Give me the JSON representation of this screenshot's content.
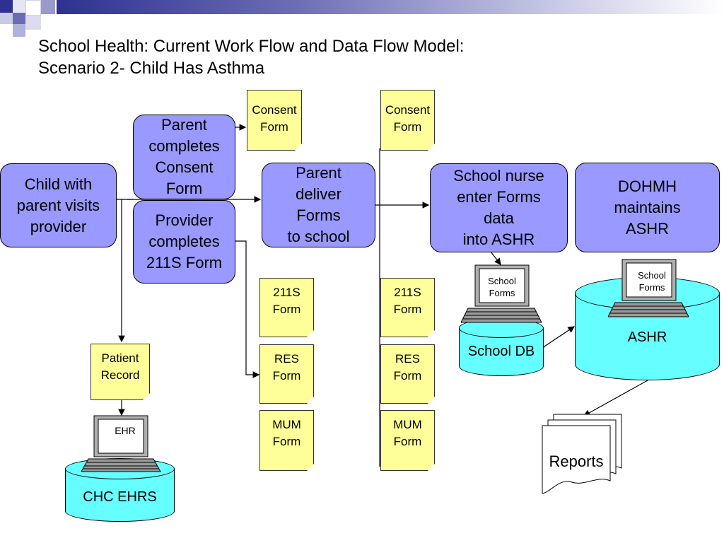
{
  "slide": {
    "title_line1": "School Health: Current Work Flow and Data Flow Model:",
    "title_line2": "Scenario 2- Child Has Asthma"
  },
  "colors": {
    "process_fill": "#9999ff",
    "note_fill": "#ffff99",
    "database_fill": "#66ffff",
    "header_bar": "#2e3192"
  },
  "processes": {
    "child_visits": "Child with\nparent visits\nprovider",
    "parent_consent": "Parent\ncompletes\nConsent\nForm",
    "provider_211s": "Provider\ncompletes\n211S Form",
    "parent_deliver": "Parent\ndeliver\nForms\nto school",
    "nurse_enter": "School nurse\nenter Forms\ndata\ninto ASHR",
    "dohmh": "DOHMH\nmaintains\nASHR"
  },
  "forms": {
    "consent_1": "Consent\nForm",
    "consent_2": "Consent\nForm",
    "f211s_1": "211S\nForm",
    "res_1": "RES\nForm",
    "mum_1": "MUM\nForm",
    "f211s_2": "211S\nForm",
    "res_2": "RES\nForm",
    "mum_2": "MUM\nForm",
    "patient_record": "Patient\nRecord"
  },
  "computers": {
    "ehr_screen": "EHR",
    "school_forms_1": "School\nForms",
    "school_forms_2": "School\nForms"
  },
  "databases": {
    "chc_ehrs": "CHC EHRS",
    "school_db": "School DB",
    "ashr": "ASHR"
  },
  "documents": {
    "reports": "Reports"
  }
}
